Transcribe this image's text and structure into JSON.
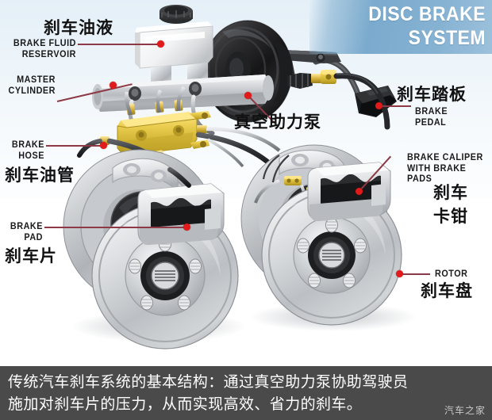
{
  "banner": {
    "line1": "DISC BRAKE",
    "line2": "SYSTEM",
    "color": "#7aaacd"
  },
  "labels": {
    "brake_fluid": {
      "cn": "刹车油液",
      "en_line1": "BRAKE FLUID",
      "en_line2": "RESERVOIR"
    },
    "master_cylinder": {
      "en_line1": "MASTER",
      "en_line2": "CYLINDER"
    },
    "brake_hose": {
      "en_line1": "BRAKE",
      "en_line2": "HOSE",
      "cn": "刹车油管"
    },
    "brake_pad": {
      "en_line1": "BRAKE",
      "en_line2": "PAD",
      "cn": "刹车片"
    },
    "vacuum_booster": {
      "cn": "真空助力泵"
    },
    "brake_pedal": {
      "cn": "刹车踏板",
      "en_line1": "BRAKE",
      "en_line2": "PEDAL"
    },
    "brake_caliper": {
      "en_line1": "BRAKE CALIPER",
      "en_line2": "WITH BRAKE PADS",
      "cn_line1": "刹车",
      "cn_line2": "卡钳"
    },
    "rotor": {
      "en": "ROTOR",
      "cn": "刹车盘"
    }
  },
  "caption": {
    "line1": "传统汽车刹车系统的基本结构：通过真空助力泵协助驾驶员",
    "line2": "施加对刹车片的压力，从而实现高效、省力的刹车。",
    "watermark": "汽车之家",
    "background": "#4a4a4a"
  },
  "style": {
    "leader_color": "#8d3a46",
    "dot_color": "#e11b1b"
  }
}
